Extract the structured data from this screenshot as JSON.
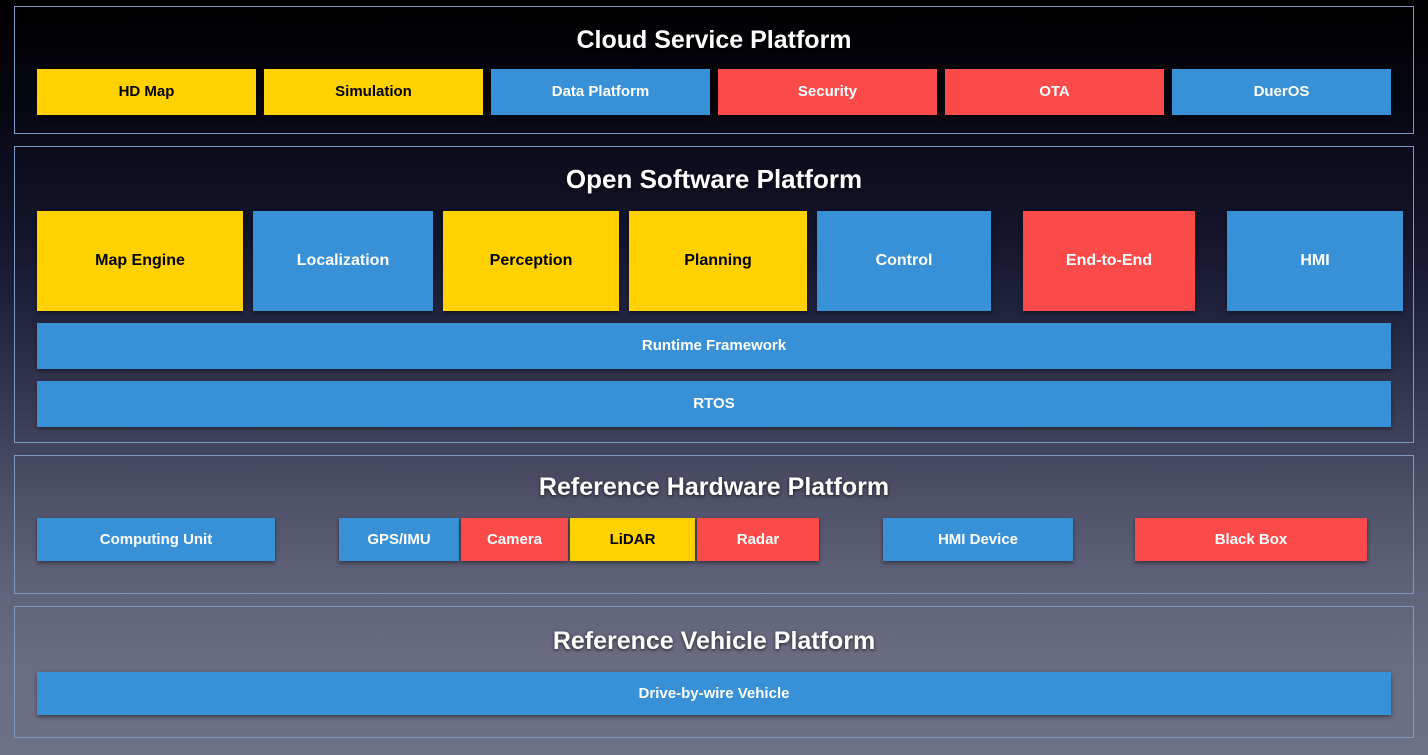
{
  "diagram": {
    "colors": {
      "yellow": "#ffd100",
      "blue": "#3891d6",
      "red": "#fb4a4a",
      "panel_border": "#7d9ac4",
      "background_top": "#000000",
      "background_bottom": "#6e7086"
    },
    "layers": [
      {
        "id": "cloud",
        "title": "Cloud Service Platform",
        "blocks": [
          {
            "label": "HD Map",
            "color": "yellow"
          },
          {
            "label": "Simulation",
            "color": "yellow"
          },
          {
            "label": "Data Platform",
            "color": "blue"
          },
          {
            "label": "Security",
            "color": "red"
          },
          {
            "label": "OTA",
            "color": "red"
          },
          {
            "label": "DuerOS",
            "color": "blue"
          }
        ]
      },
      {
        "id": "software",
        "title": "Open Software Platform",
        "modules": [
          {
            "label": "Map Engine",
            "color": "yellow"
          },
          {
            "label": "Localization",
            "color": "blue"
          },
          {
            "label": "Perception",
            "color": "yellow"
          },
          {
            "label": "Planning",
            "color": "yellow"
          },
          {
            "label": "Control",
            "color": "blue"
          },
          {
            "label": "End-to-End",
            "color": "red"
          },
          {
            "label": "HMI",
            "color": "blue"
          }
        ],
        "bars": [
          {
            "label": "Runtime Framework",
            "color": "blue"
          },
          {
            "label": "RTOS",
            "color": "blue"
          }
        ]
      },
      {
        "id": "hardware",
        "title": "Reference Hardware Platform",
        "blocks": [
          {
            "label": "Computing Unit",
            "color": "blue"
          },
          {
            "label": "GPS/IMU",
            "color": "blue"
          },
          {
            "label": "Camera",
            "color": "red"
          },
          {
            "label": "LiDAR",
            "color": "yellow"
          },
          {
            "label": "Radar",
            "color": "red"
          },
          {
            "label": "HMI Device",
            "color": "blue"
          },
          {
            "label": "Black Box",
            "color": "red"
          }
        ]
      },
      {
        "id": "vehicle",
        "title": "Reference Vehicle Platform",
        "blocks": [
          {
            "label": "Drive-by-wire Vehicle",
            "color": "blue"
          }
        ]
      }
    ]
  }
}
